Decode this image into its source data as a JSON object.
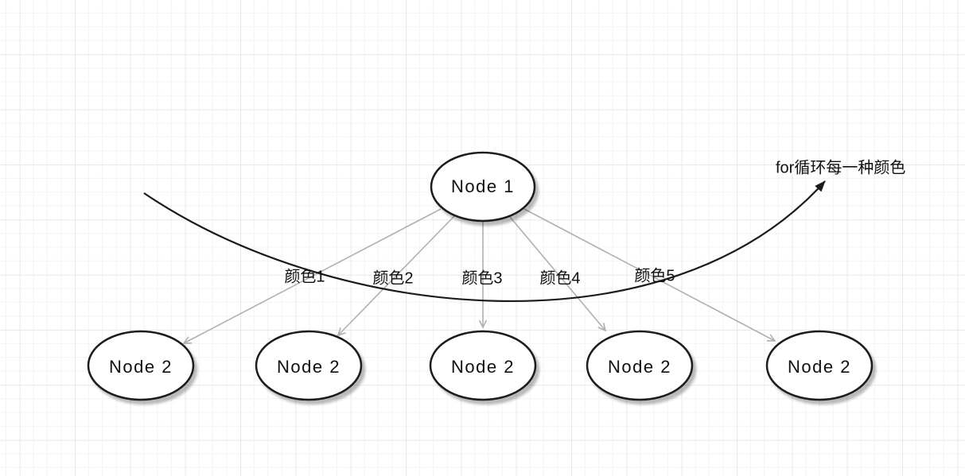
{
  "canvas": {
    "background": "#ffffff",
    "grid": {
      "minor_color": "#f4f4f6",
      "major_color": "#e8e8eb"
    }
  },
  "diagram": {
    "root": {
      "label": "Node 1"
    },
    "children": [
      {
        "label": "Node 2"
      },
      {
        "label": "Node 2"
      },
      {
        "label": "Node 2"
      },
      {
        "label": "Node 2"
      },
      {
        "label": "Node 2"
      }
    ],
    "edge_labels": [
      "颜色1",
      "颜色2",
      "颜色3",
      "颜色4",
      "颜色5"
    ],
    "annotation": {
      "label": "for循环每一种颜色"
    },
    "colors": {
      "node_border": "#1a1a1a",
      "node_fill": "#ffffff",
      "edge_line": "#b0b0b0",
      "loop_arrow": "#1a1a1a",
      "text": "#101010"
    }
  }
}
